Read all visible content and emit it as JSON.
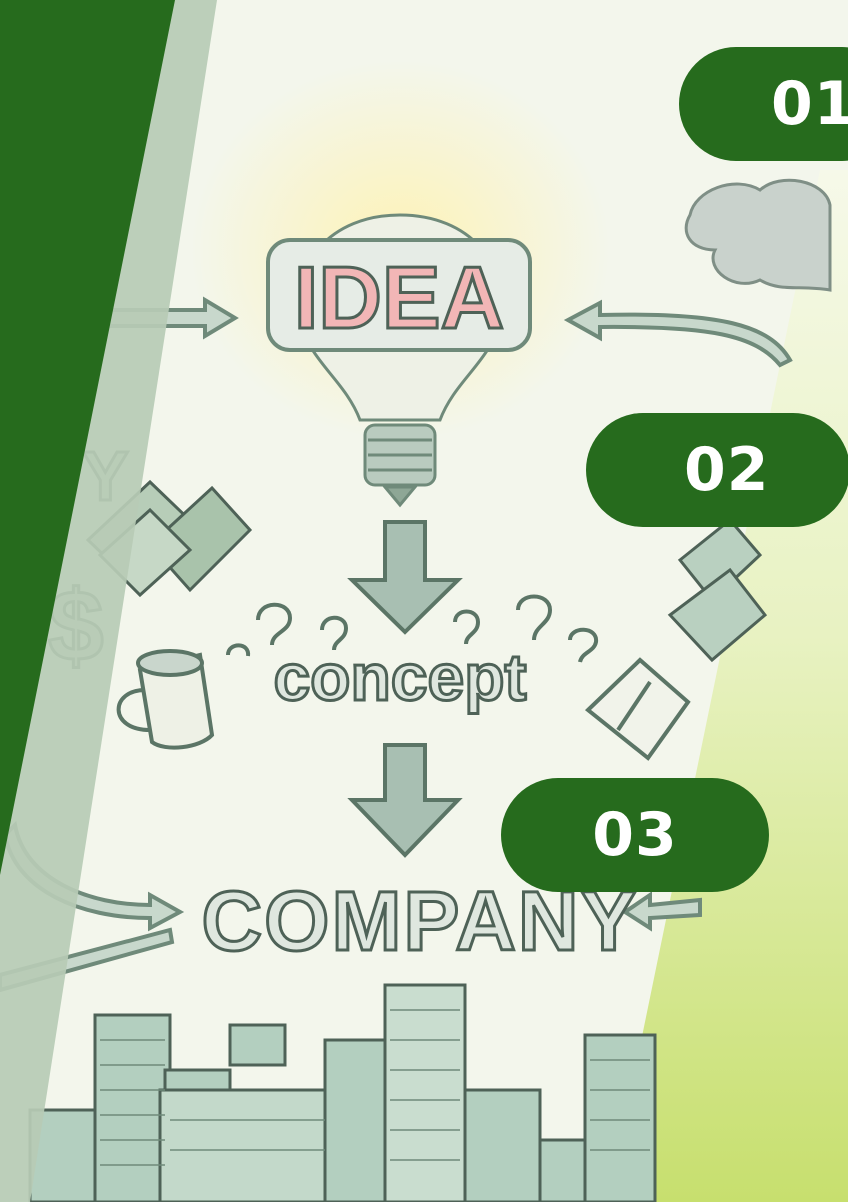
{
  "illustration": {
    "idea_label": "IDEA",
    "concept_label": "concept",
    "company_label": "COMPANY",
    "dollar_label": "$",
    "letter_fragment": "Y"
  },
  "steps": [
    {
      "number": "01"
    },
    {
      "number": "02"
    },
    {
      "number": "03"
    }
  ],
  "colors": {
    "accent": "#266b1d",
    "stripe": "#b7cbb5",
    "lime_panel": "#c8e070",
    "sketch": "#9db9a8"
  }
}
